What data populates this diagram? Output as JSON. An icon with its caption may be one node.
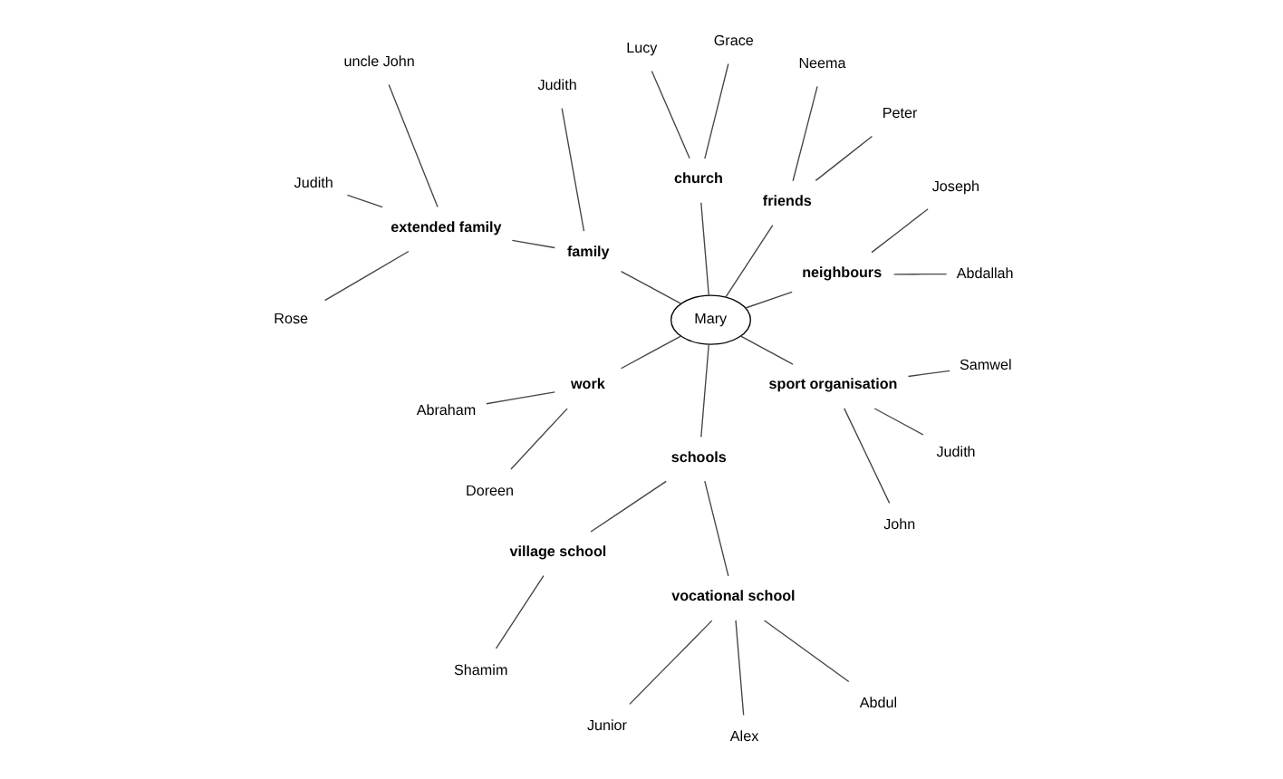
{
  "diagram": {
    "nodes": [
      {
        "text": [
          "Mary"
        ]
      },
      {
        "text": [
          "neighbours"
        ]
      },
      {
        "text": [
          "Abdallah"
        ]
      },
      {
        "text": [
          "Joseph"
        ]
      },
      {
        "text": [
          "friends"
        ]
      },
      {
        "text": [
          "Peter"
        ]
      },
      {
        "text": [
          "Neema"
        ]
      },
      {
        "text": [
          "church"
        ]
      },
      {
        "text": [
          "Grace"
        ]
      },
      {
        "text": [
          "Lucy"
        ]
      },
      {
        "text": [
          "family"
        ]
      },
      {
        "text": [
          "Judith"
        ]
      },
      {
        "text": [
          "extended family"
        ]
      },
      {
        "text": [
          "uncle John"
        ]
      },
      {
        "text": [
          "Judith"
        ]
      },
      {
        "text": [
          "Rose"
        ]
      },
      {
        "text": [
          "work"
        ]
      },
      {
        "text": [
          "Abraham"
        ]
      },
      {
        "text": [
          "Doreen"
        ]
      },
      {
        "text": [
          "schools"
        ]
      },
      {
        "text": [
          "village school"
        ]
      },
      {
        "text": [
          "Shamim"
        ]
      },
      {
        "text": [
          "vocational school"
        ]
      },
      {
        "text": [
          "Junior"
        ]
      },
      {
        "text": [
          "Alex"
        ]
      },
      {
        "text": [
          "Abdul"
        ]
      },
      {
        "text": [
          "sport organisation"
        ]
      },
      {
        "text": [
          "John"
        ]
      },
      {
        "text": [
          "Judith"
        ]
      },
      {
        "text": [
          "Samwel"
        ]
      }
    ],
    "edges": [
      {
        "from": 0,
        "to": 1,
        "arrow": "none"
      },
      {
        "from": 1,
        "to": 2,
        "arrow": "none"
      },
      {
        "from": 1,
        "to": 3,
        "arrow": "none"
      },
      {
        "from": 0,
        "to": 4,
        "arrow": "none"
      },
      {
        "from": 4,
        "to": 5,
        "arrow": "none"
      },
      {
        "from": 4,
        "to": 6,
        "arrow": "none"
      },
      {
        "from": 0,
        "to": 7,
        "arrow": "none"
      },
      {
        "from": 7,
        "to": 8,
        "arrow": "none"
      },
      {
        "from": 7,
        "to": 9,
        "arrow": "none"
      },
      {
        "from": 0,
        "to": 10,
        "arrow": "none"
      },
      {
        "from": 10,
        "to": 11,
        "arrow": "none"
      },
      {
        "from": 10,
        "to": 12,
        "arrow": "none"
      },
      {
        "from": 12,
        "to": 13,
        "arrow": "none"
      },
      {
        "from": 12,
        "to": 14,
        "arrow": "none"
      },
      {
        "from": 12,
        "to": 15,
        "arrow": "none"
      },
      {
        "from": 0,
        "to": 16,
        "arrow": "none"
      },
      {
        "from": 16,
        "to": 17,
        "arrow": "none"
      },
      {
        "from": 16,
        "to": 18,
        "arrow": "none"
      },
      {
        "from": 0,
        "to": 19,
        "arrow": "none"
      },
      {
        "from": 19,
        "to": 20,
        "arrow": "none"
      },
      {
        "from": 20,
        "to": 21,
        "arrow": "none"
      },
      {
        "from": 19,
        "to": 22,
        "arrow": "none"
      },
      {
        "from": 22,
        "to": 23,
        "arrow": "none"
      },
      {
        "from": 22,
        "to": 24,
        "arrow": "none"
      },
      {
        "from": 22,
        "to": 25,
        "arrow": "none"
      },
      {
        "from": 0,
        "to": 26,
        "arrow": "none"
      },
      {
        "from": 26,
        "to": 27,
        "arrow": "none"
      },
      {
        "from": 26,
        "to": 28,
        "arrow": "none"
      },
      {
        "from": 26,
        "to": 29,
        "arrow": "none"
      }
    ]
  }
}
